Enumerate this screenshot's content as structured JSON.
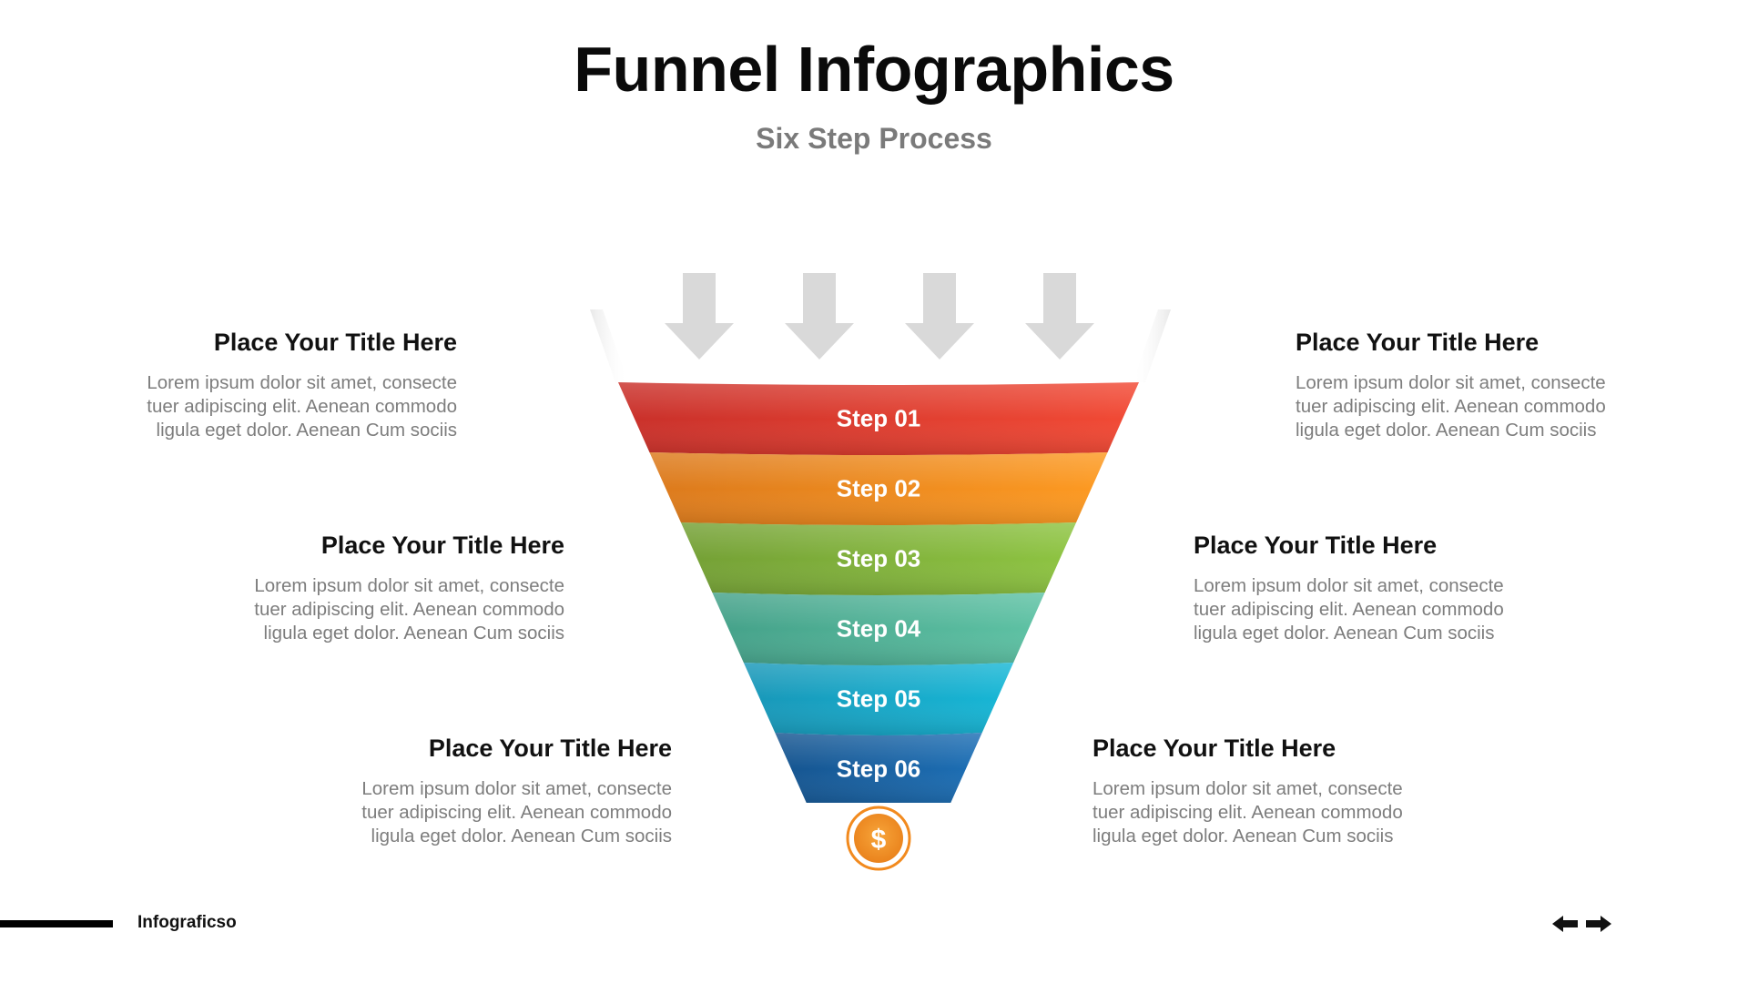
{
  "header": {
    "title": "Funnel Infographics",
    "subtitle": "Six Step Process"
  },
  "funnel": {
    "steps": [
      {
        "label": "Step 01",
        "color_dark": "#c9302a",
        "color_light": "#f24a35"
      },
      {
        "label": "Step 02",
        "color_dark": "#dc7a1c",
        "color_light": "#fd9a22"
      },
      {
        "label": "Step 03",
        "color_dark": "#74a035",
        "color_light": "#8ec442"
      },
      {
        "label": "Step 04",
        "color_dark": "#44a189",
        "color_light": "#5ec2a4"
      },
      {
        "label": "Step 05",
        "color_dark": "#1897b8",
        "color_light": "#17b7d6"
      },
      {
        "label": "Step 06",
        "color_dark": "#15548f",
        "color_light": "#1d6fb5"
      }
    ],
    "bottom_icon": "dollar-coin-icon",
    "bottom_icon_symbol": "$",
    "top_icon": "down-arrow-icon",
    "accent_orange": "#f28a1e",
    "arrow_color": "#d9d9d9"
  },
  "blocks": [
    {
      "title": "Place Your Title Here",
      "lines": [
        "Lorem ipsum dolor sit amet, consecte",
        "tuer adipiscing elit. Aenean commodo",
        "ligula eget dolor. Aenean Cum sociis"
      ]
    },
    {
      "title": "Place Your Title Here",
      "lines": [
        "Lorem ipsum dolor sit amet, consecte",
        "tuer adipiscing elit. Aenean commodo",
        "ligula eget dolor. Aenean Cum sociis"
      ]
    },
    {
      "title": "Place Your Title Here",
      "lines": [
        "Lorem ipsum dolor sit amet, consecte",
        "tuer adipiscing elit. Aenean commodo",
        "ligula eget dolor. Aenean Cum sociis"
      ]
    },
    {
      "title": "Place Your Title Here",
      "lines": [
        "Lorem ipsum dolor sit amet, consecte",
        "tuer adipiscing elit. Aenean commodo",
        "ligula eget dolor. Aenean Cum sociis"
      ]
    },
    {
      "title": "Place Your Title Here",
      "lines": [
        "Lorem ipsum dolor sit amet, consecte",
        "tuer adipiscing elit. Aenean commodo",
        "ligula eget dolor. Aenean Cum sociis"
      ]
    },
    {
      "title": "Place Your Title Here",
      "lines": [
        "Lorem ipsum dolor sit amet, consecte",
        "tuer adipiscing elit. Aenean commodo",
        "ligula eget dolor. Aenean Cum sociis"
      ]
    }
  ],
  "footer": {
    "brand": "Infograficso",
    "prev_icon": "arrow-left-icon",
    "next_icon": "arrow-right-icon"
  }
}
